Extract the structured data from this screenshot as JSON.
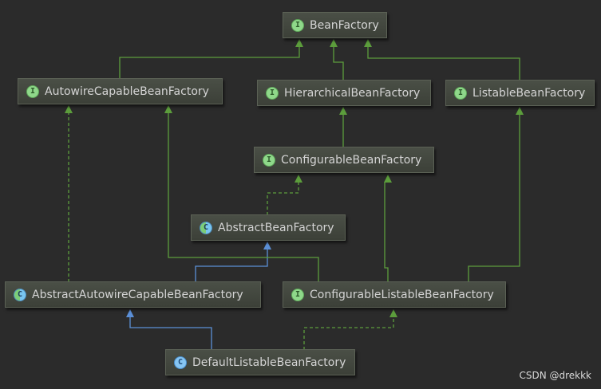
{
  "nodes": [
    {
      "id": "bf",
      "label": "BeanFactory",
      "kind": "interface",
      "badge": "I"
    },
    {
      "id": "acbf",
      "label": "AutowireCapableBeanFactory",
      "kind": "interface",
      "badge": "I"
    },
    {
      "id": "hbf",
      "label": "HierarchicalBeanFactory",
      "kind": "interface",
      "badge": "I"
    },
    {
      "id": "lbf",
      "label": "ListableBeanFactory",
      "kind": "interface",
      "badge": "I"
    },
    {
      "id": "cbf",
      "label": "ConfigurableBeanFactory",
      "kind": "interface",
      "badge": "I"
    },
    {
      "id": "abf",
      "label": "AbstractBeanFactory",
      "kind": "abstract",
      "badge": "C"
    },
    {
      "id": "aacbf",
      "label": "AbstractAutowireCapableBeanFactory",
      "kind": "abstract",
      "badge": "C"
    },
    {
      "id": "clbf",
      "label": "ConfigurableListableBeanFactory",
      "kind": "interface",
      "badge": "I"
    },
    {
      "id": "dlbf",
      "label": "DefaultListableBeanFactory",
      "kind": "class",
      "badge": "C"
    }
  ],
  "edges": [
    {
      "from": "acbf",
      "to": "bf",
      "style": "extends-interface"
    },
    {
      "from": "hbf",
      "to": "bf",
      "style": "extends-interface"
    },
    {
      "from": "lbf",
      "to": "bf",
      "style": "extends-interface"
    },
    {
      "from": "cbf",
      "to": "hbf",
      "style": "extends-interface"
    },
    {
      "from": "abf",
      "to": "cbf",
      "style": "implements"
    },
    {
      "from": "aacbf",
      "to": "acbf",
      "style": "implements"
    },
    {
      "from": "aacbf",
      "to": "abf",
      "style": "extends-class"
    },
    {
      "from": "clbf",
      "to": "acbf",
      "style": "extends-interface"
    },
    {
      "from": "clbf",
      "to": "cbf",
      "style": "extends-interface"
    },
    {
      "from": "clbf",
      "to": "lbf",
      "style": "extends-interface"
    },
    {
      "from": "dlbf",
      "to": "aacbf",
      "style": "extends-class"
    },
    {
      "from": "dlbf",
      "to": "clbf",
      "style": "implements"
    }
  ],
  "colors": {
    "background": "#2b2b2b",
    "interface_edge": "#5c9d3c",
    "class_edge": "#5b8fd6"
  },
  "watermark": "CSDN @drekkk"
}
